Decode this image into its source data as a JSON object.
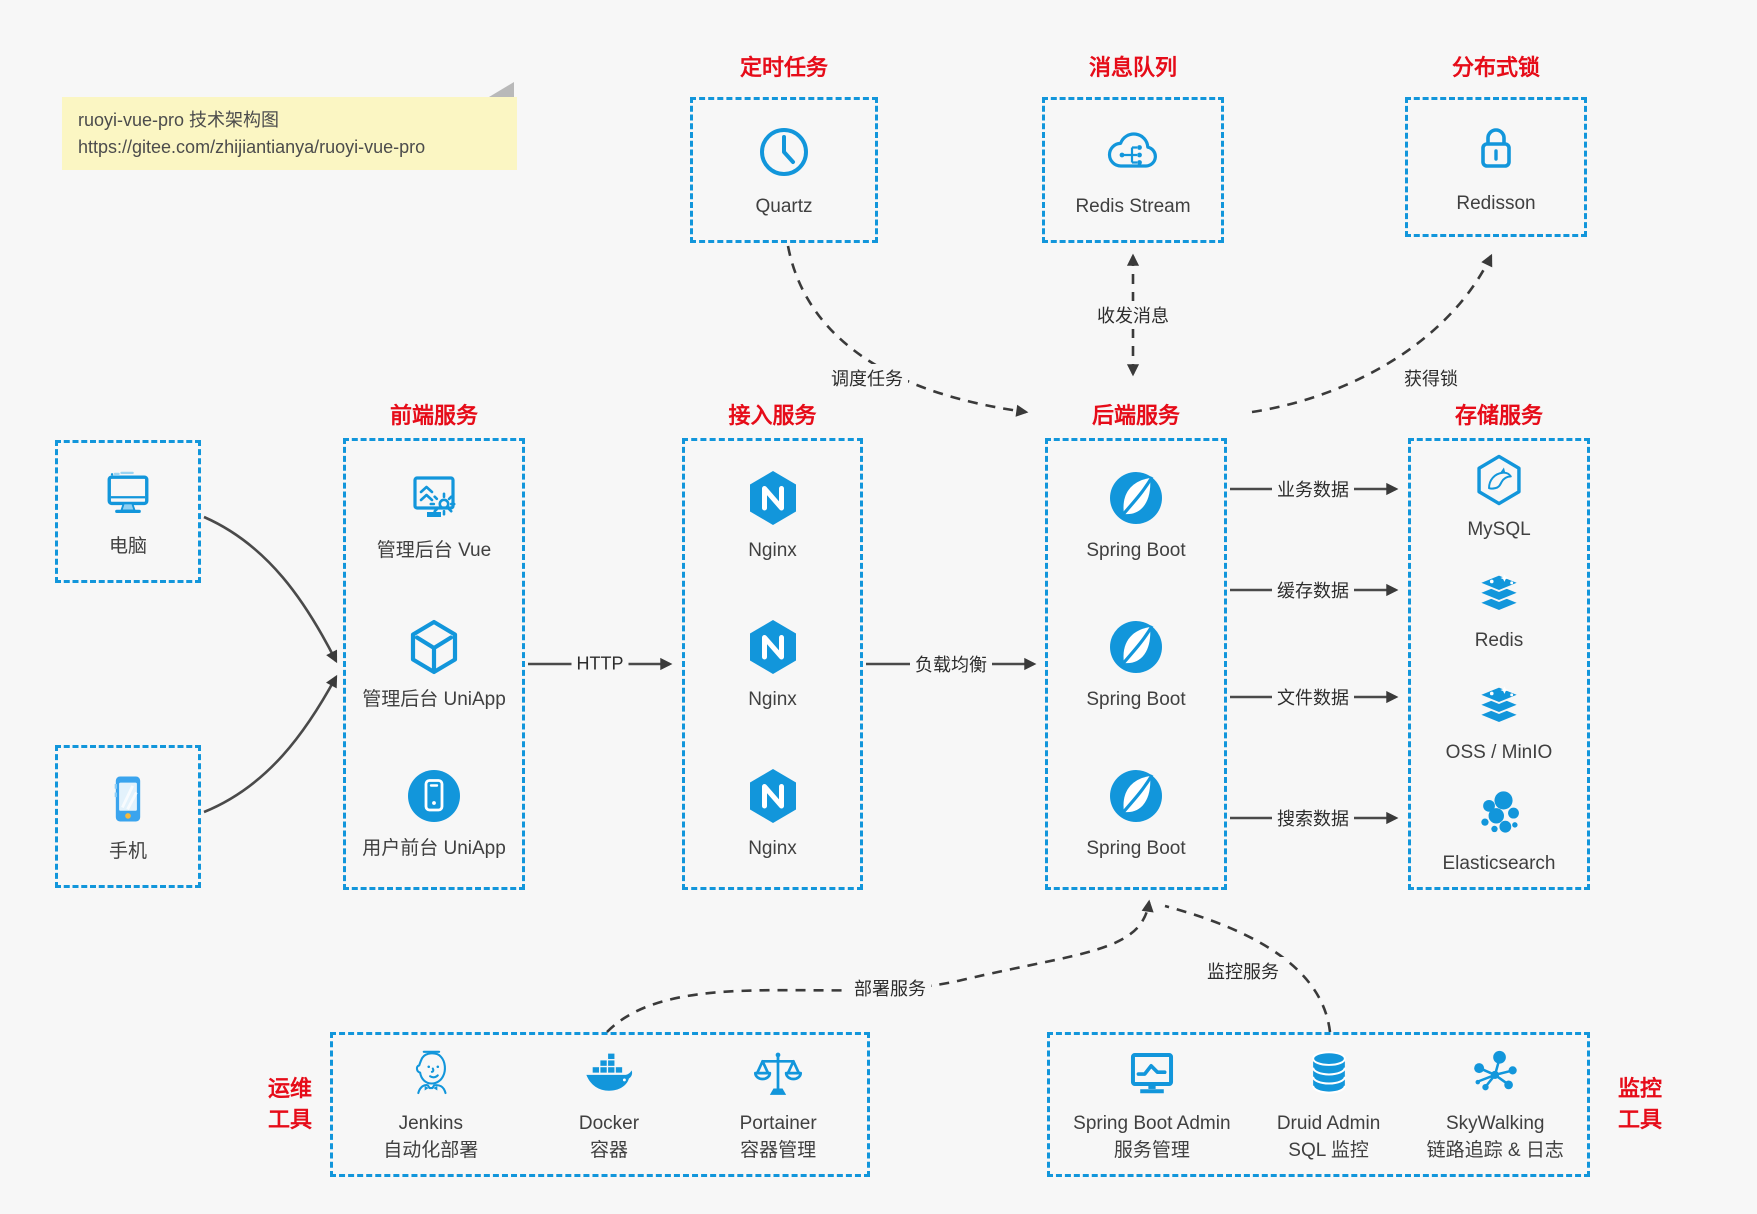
{
  "colors": {
    "accent_blue": "#1296db",
    "title_red": "#e60c19",
    "text": "#404040",
    "background": "#f7f7f7",
    "note_background": "#fbf6c3",
    "note_fold": "#b9b9b9",
    "arrow": "#3a3a3a"
  },
  "note": {
    "line1": "ruoyi-vue-pro 技术架构图",
    "line2": "https://gitee.com/zhijiantianya/ruoyi-vue-pro"
  },
  "top_boxes": [
    {
      "title": "定时任务",
      "item": {
        "icon": "clock-icon",
        "label": "Quartz"
      }
    },
    {
      "title": "消息队列",
      "item": {
        "icon": "cloud-share-icon",
        "label": "Redis Stream"
      }
    },
    {
      "title": "分布式锁",
      "item": {
        "icon": "lock-icon",
        "label": "Redisson"
      }
    }
  ],
  "clients": [
    {
      "icon": "desktop-monitor-icon",
      "label": "电脑"
    },
    {
      "icon": "smartphone-icon",
      "label": "手机"
    }
  ],
  "sections": {
    "frontend": {
      "title": "前端服务",
      "items": [
        {
          "icon": "admin-dashboard-icon",
          "label": "管理后台 Vue"
        },
        {
          "icon": "cube-icon",
          "label": "管理后台 UniApp"
        },
        {
          "icon": "mobile-app-icon",
          "label": "用户前台 UniApp"
        }
      ]
    },
    "access": {
      "title": "接入服务",
      "items": [
        {
          "icon": "nginx-icon",
          "label": "Nginx"
        },
        {
          "icon": "nginx-icon",
          "label": "Nginx"
        },
        {
          "icon": "nginx-icon",
          "label": "Nginx"
        }
      ]
    },
    "backend": {
      "title": "后端服务",
      "items": [
        {
          "icon": "spring-leaf-icon",
          "label": "Spring Boot"
        },
        {
          "icon": "spring-leaf-icon",
          "label": "Spring Boot"
        },
        {
          "icon": "spring-leaf-icon",
          "label": "Spring Boot"
        }
      ]
    },
    "storage": {
      "title": "存储服务",
      "items": [
        {
          "icon": "mysql-dolphin-icon",
          "label": "MySQL"
        },
        {
          "icon": "redis-stack-icon",
          "label": "Redis"
        },
        {
          "icon": "redis-stack-icon",
          "label": "OSS / MinIO"
        },
        {
          "icon": "elasticsearch-cluster-icon",
          "label": "Elasticsearch"
        }
      ]
    }
  },
  "bottom": {
    "ops": {
      "side_label": {
        "line1": "运维",
        "line2": "工具"
      },
      "items": [
        {
          "icon": "jenkins-butler-icon",
          "label": "Jenkins",
          "sublabel": "自动化部署"
        },
        {
          "icon": "docker-whale-icon",
          "label": "Docker",
          "sublabel": "容器"
        },
        {
          "icon": "scales-icon",
          "label": "Portainer",
          "sublabel": "容器管理"
        }
      ]
    },
    "monitor": {
      "side_label": {
        "line1": "监控",
        "line2": "工具"
      },
      "items": [
        {
          "icon": "monitor-chart-icon",
          "label": "Spring Boot Admin",
          "sublabel": "服务管理"
        },
        {
          "icon": "database-stack-icon",
          "label": "Druid Admin",
          "sublabel": "SQL 监控"
        },
        {
          "icon": "network-nodes-icon",
          "label": "SkyWalking",
          "sublabel": "链路追踪 & 日志"
        }
      ]
    }
  },
  "edges": {
    "http": "HTTP",
    "load_balance": "负载均衡",
    "business_data": "业务数据",
    "cache_data": "缓存数据",
    "file_data": "文件数据",
    "search_data": "搜索数据",
    "schedule_task": "调度任务",
    "send_receive_message": "收发消息",
    "acquire_lock": "获得锁",
    "deploy_service": "部署服务",
    "monitor_service": "监控服务"
  }
}
